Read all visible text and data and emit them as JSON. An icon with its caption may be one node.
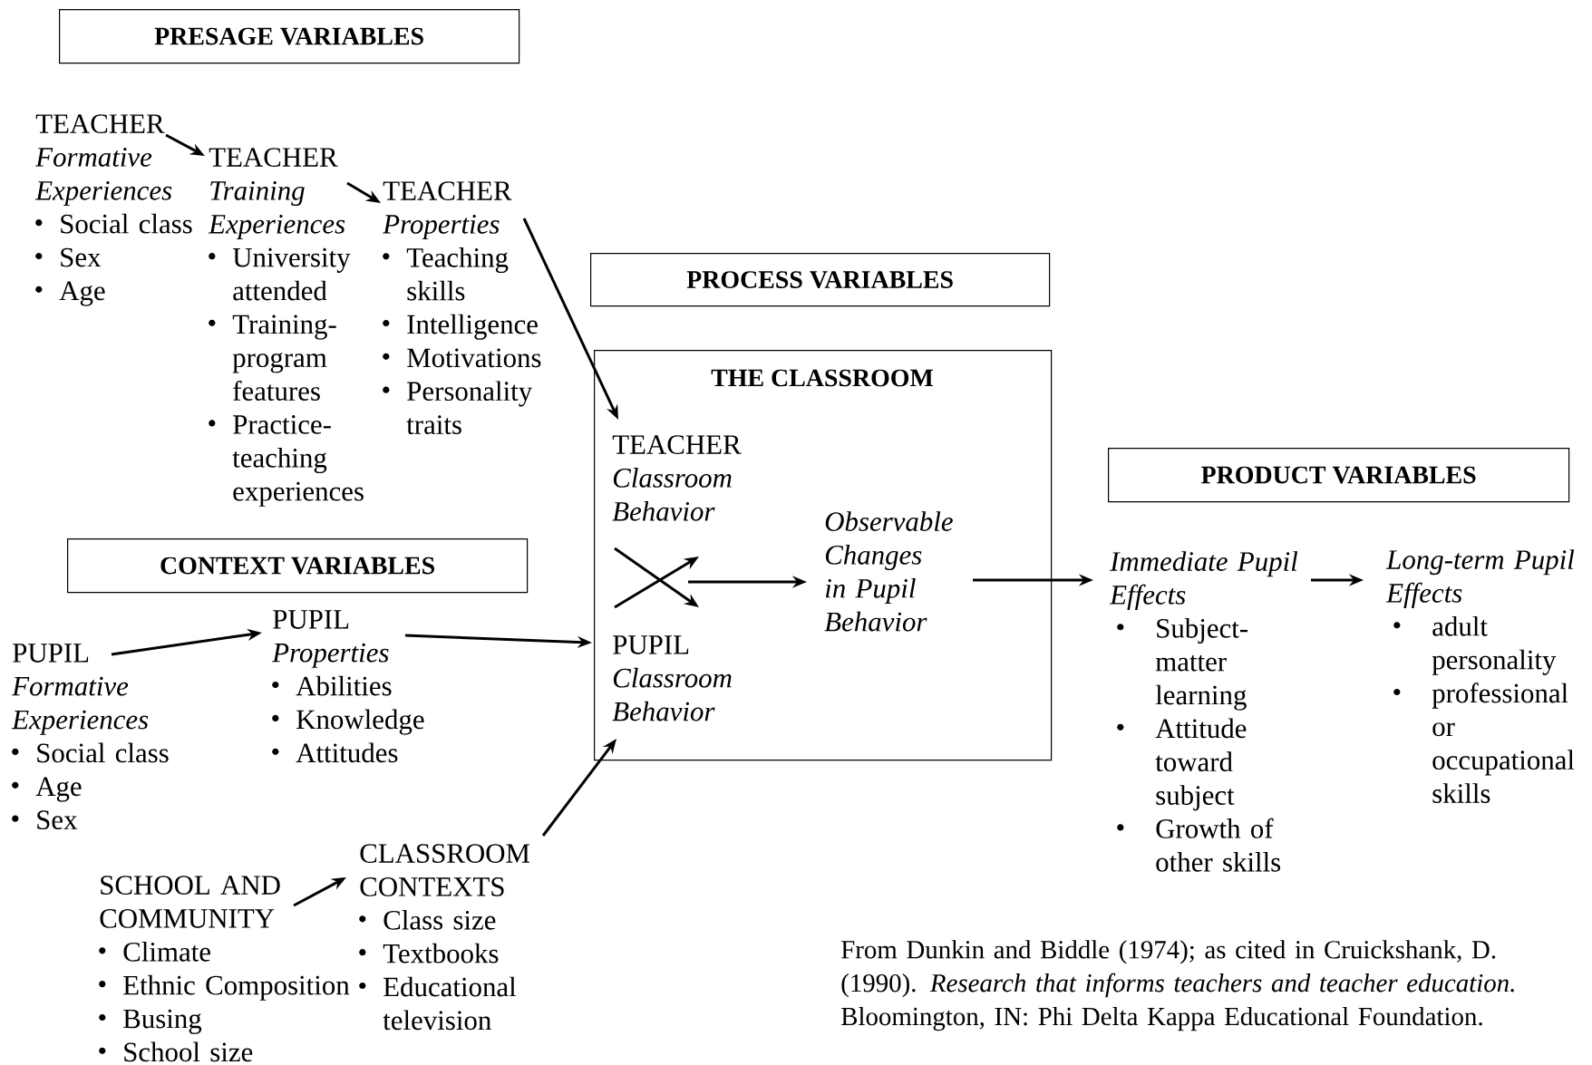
{
  "diagram": {
    "nodes": [
      {
        "text": [
          "PRESAGE VARIABLES"
        ]
      },
      {
        "text": [
          "TEACHER",
          "Formative Experiences",
          "Social class",
          "Sex",
          "Age"
        ]
      },
      {
        "text": [
          "TEACHER",
          "Training Experiences",
          "University attended",
          "Training-program features",
          "Practice-teaching experiences"
        ]
      },
      {
        "text": [
          "TEACHER",
          "Properties",
          "Teaching skills",
          "Intelligence",
          "Motivations",
          "Personality traits"
        ]
      },
      {
        "text": [
          "PROCESS VARIABLES"
        ]
      },
      {
        "text": [
          "THE CLASSROOM"
        ]
      },
      {
        "text": [
          "TEACHER",
          "Classroom Behavior"
        ],
        "in": 5
      },
      {
        "text": [
          "PUPIL",
          "Classroom Behavior"
        ],
        "in": 5
      },
      {
        "text": [
          "Observable Changes in Pupil Behavior"
        ],
        "in": 5
      },
      {
        "text": [
          "CONTEXT VARIABLES"
        ]
      },
      {
        "text": [
          "PUPIL",
          "Formative Experiences",
          "Social class",
          "Age",
          "Sex"
        ]
      },
      {
        "text": [
          "PUPIL",
          "Properties",
          "Abilities",
          "Knowledge",
          "Attitudes"
        ]
      },
      {
        "text": [
          "SCHOOL AND COMMUNITY",
          "Climate",
          "Ethnic Composition",
          "Busing",
          "School size"
        ]
      },
      {
        "text": [
          "CLASSROOM CONTEXTS",
          "Class size",
          "Textbooks",
          "Educational television"
        ]
      },
      {
        "text": [
          "PRODUCT VARIABLES"
        ]
      },
      {
        "text": [
          "Immediate Pupil Effects",
          "Subject-matter learning",
          "Attitude toward subject",
          "Growth of other skills"
        ]
      },
      {
        "text": [
          "Long-term Pupil Effects",
          "adult personality",
          "professional or occupational skills"
        ]
      }
    ],
    "edges": [
      {
        "from": 1,
        "to": 2,
        "arrow": "to"
      },
      {
        "from": 2,
        "to": 3,
        "arrow": "to"
      },
      {
        "from": 3,
        "to": 6,
        "arrow": "to"
      },
      {
        "from": 10,
        "to": 11,
        "arrow": "to"
      },
      {
        "from": 11,
        "to": 5,
        "arrow": "to"
      },
      {
        "from": 12,
        "to": 13,
        "arrow": "to"
      },
      {
        "from": 13,
        "to": 7,
        "arrow": "to"
      },
      {
        "from": 6,
        "to": 7,
        "arrow": "to"
      },
      {
        "from": 7,
        "to": 6,
        "arrow": "to"
      },
      {
        "from": null,
        "to": 8,
        "arrow": "to"
      },
      {
        "from": 8,
        "to": 15,
        "arrow": "to"
      },
      {
        "from": 15,
        "to": 16,
        "arrow": "to"
      }
    ],
    "labels": [
      "From Dunkin and Biddle (1974); as cited in Cruickshank, D. (1990). *Research that informs teachers and teacher education.* Bloomington, IN: Phi Delta Kappa Educational Foundation."
    ]
  }
}
